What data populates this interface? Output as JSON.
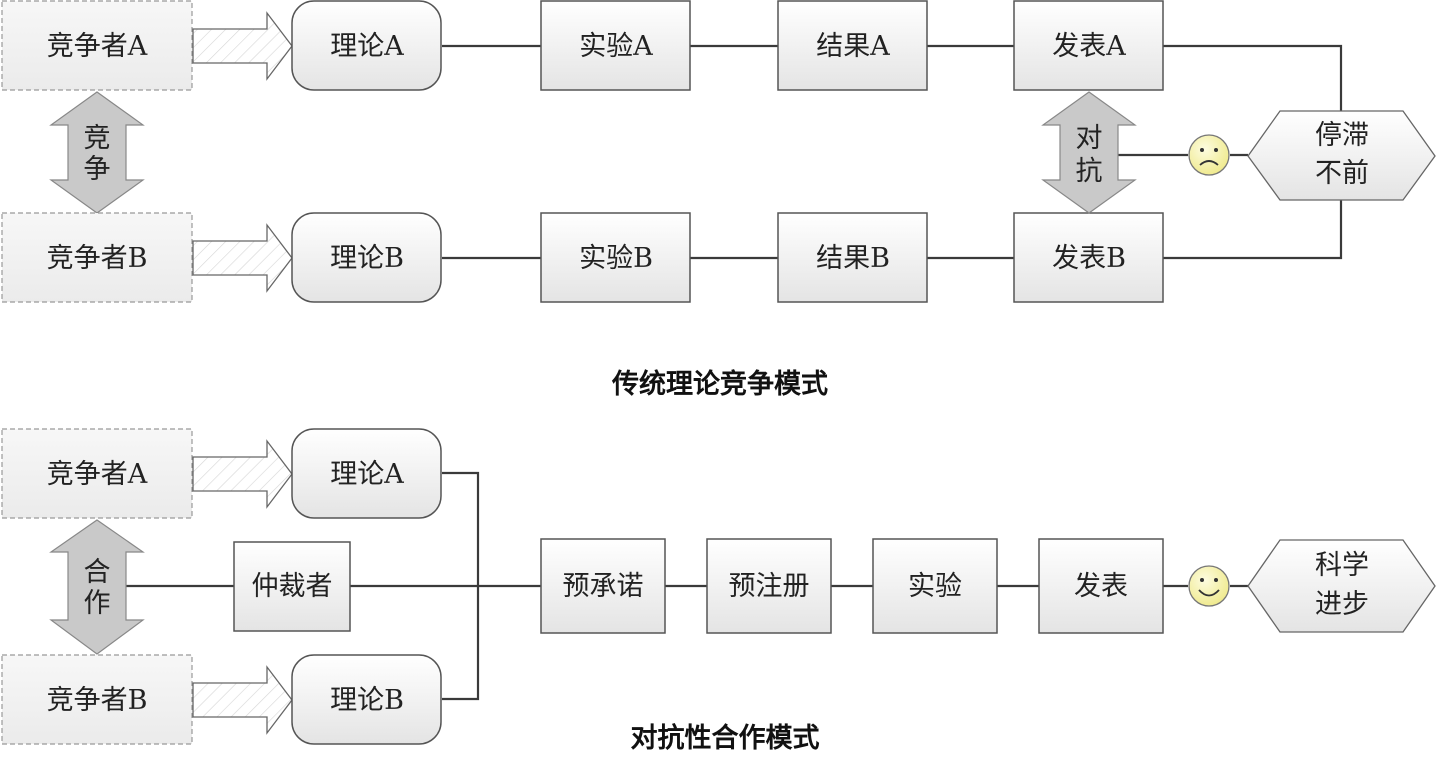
{
  "colors": {
    "box_fill_top": "#ffffff",
    "box_fill_bottom": "#e6e6e6",
    "stroke": "#555555",
    "connector": "#3a3a3a",
    "double_arrow_fill": "#c8c8c8",
    "smiley_fill": "#f6f3a8",
    "title_text": "#111111"
  },
  "traditional": {
    "title": "传统理论竞争模式",
    "competitor_a": "竞争者A",
    "competitor_b": "竞争者B",
    "relation": [
      "竞",
      "争"
    ],
    "row_a": [
      "理论A",
      "实验A",
      "结果A",
      "发表A"
    ],
    "row_b": [
      "理论B",
      "实验B",
      "结果B",
      "发表B"
    ],
    "conflict": [
      "对",
      "抗"
    ],
    "face": "sad-face",
    "outcome": [
      "停滞",
      "不前"
    ]
  },
  "adversarial": {
    "title": "对抗性合作模式",
    "competitor_a": "竞争者A",
    "competitor_b": "竞争者B",
    "relation": [
      "合",
      "作"
    ],
    "theory_a": "理论A",
    "theory_b": "理论B",
    "arbiter": "仲裁者",
    "steps": [
      "预承诺",
      "预注册",
      "实验",
      "发表"
    ],
    "face": "happy-face",
    "outcome": [
      "科学",
      "进步"
    ]
  }
}
